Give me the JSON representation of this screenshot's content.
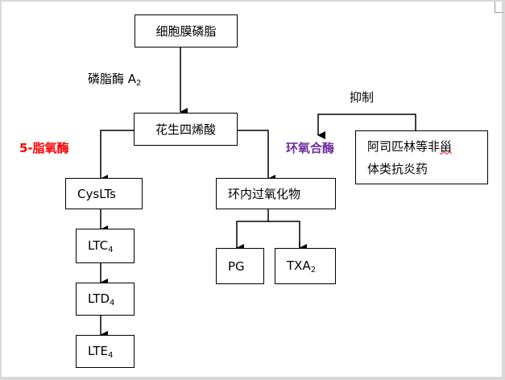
{
  "diagram": {
    "nodes": {
      "membrane": "细胞膜磷脂",
      "arachidonic": "花生四烯酸",
      "cyslts": "CysLTs",
      "ltc4": {
        "base": "LTC",
        "sub": "4"
      },
      "ltd4": {
        "base": "LTD",
        "sub": "4"
      },
      "lte4": {
        "base": "LTE",
        "sub": "4"
      },
      "endoperoxide": "环内过氧化物",
      "pg": "PG",
      "txa2": {
        "base": "TXA",
        "sub": "2"
      },
      "nsaid_line1": "阿司匹林等非",
      "nsaid_line1_underlined": "甾",
      "nsaid_line2": "体类抗炎药"
    },
    "labels": {
      "pla2": {
        "base": "磷脂酶 A",
        "sub": "2"
      },
      "lox": "5-脂氧酶",
      "cox": "环氧合酶",
      "inhibit": "抑制"
    },
    "colors": {
      "lox": "#ff0000",
      "cox": "#7030a0",
      "line": "#000000"
    }
  }
}
